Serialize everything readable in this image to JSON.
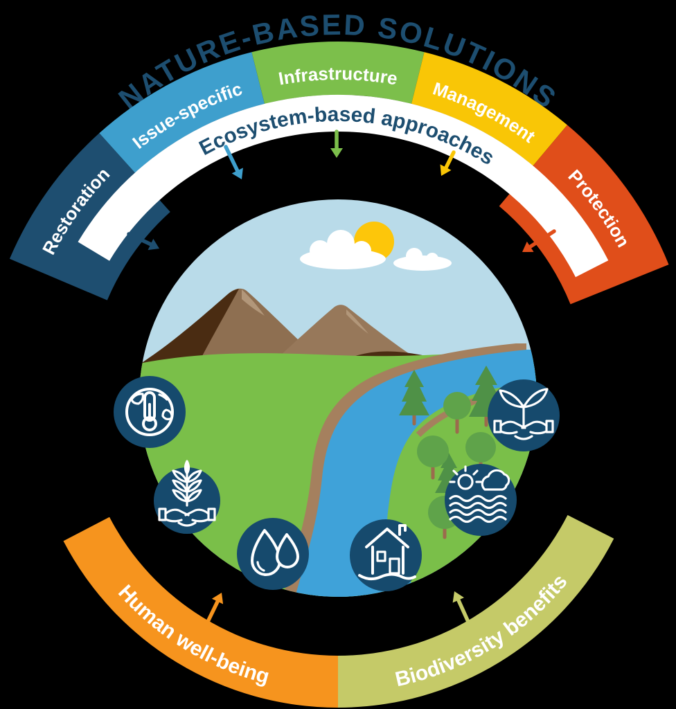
{
  "title": "NATURE-BASED SOLUTIONS",
  "top_arc": {
    "band_label": "Ecosystem-based approaches",
    "band_color": "#ffffff",
    "band_text_color": "#1d4e70",
    "segments": [
      {
        "label": "Restoration",
        "color": "#1e4e70"
      },
      {
        "label": "Issue-specific",
        "color": "#3e9fcd"
      },
      {
        "label": "Infrastructure",
        "color": "#7cbf4b"
      },
      {
        "label": "Management",
        "color": "#f9c606"
      },
      {
        "label": "Protection",
        "color": "#e04e1a"
      }
    ]
  },
  "bottom_arcs": [
    {
      "label": "Human well-being",
      "color": "#f6941e"
    },
    {
      "label": "Biodiversity benefits",
      "color": "#c5ca68"
    }
  ],
  "icons": [
    {
      "name": "globe-thermometer-icon"
    },
    {
      "name": "plant-hands-icon"
    },
    {
      "name": "water-drops-icon"
    },
    {
      "name": "house-icon"
    },
    {
      "name": "sun-waves-icon"
    },
    {
      "name": "seedling-hands-icon"
    }
  ],
  "illustration": {
    "icon_circle_color": "#164a6d",
    "title_color": "#1d4e70",
    "background": "#000000",
    "sky": "#b9dbe9",
    "sun": "#fdc60a",
    "cloud": "#ffffff",
    "grass": "#7abf49",
    "river": "#3fa2d9",
    "riverbank": "#a5805e",
    "mountain": "#8e6f51",
    "mountain_shadow": "#4a2c12",
    "mountain_highlight": "#b2977a",
    "tree": "#5fa34a",
    "pine": "#4f9147",
    "trunk": "#9b6b4d"
  }
}
